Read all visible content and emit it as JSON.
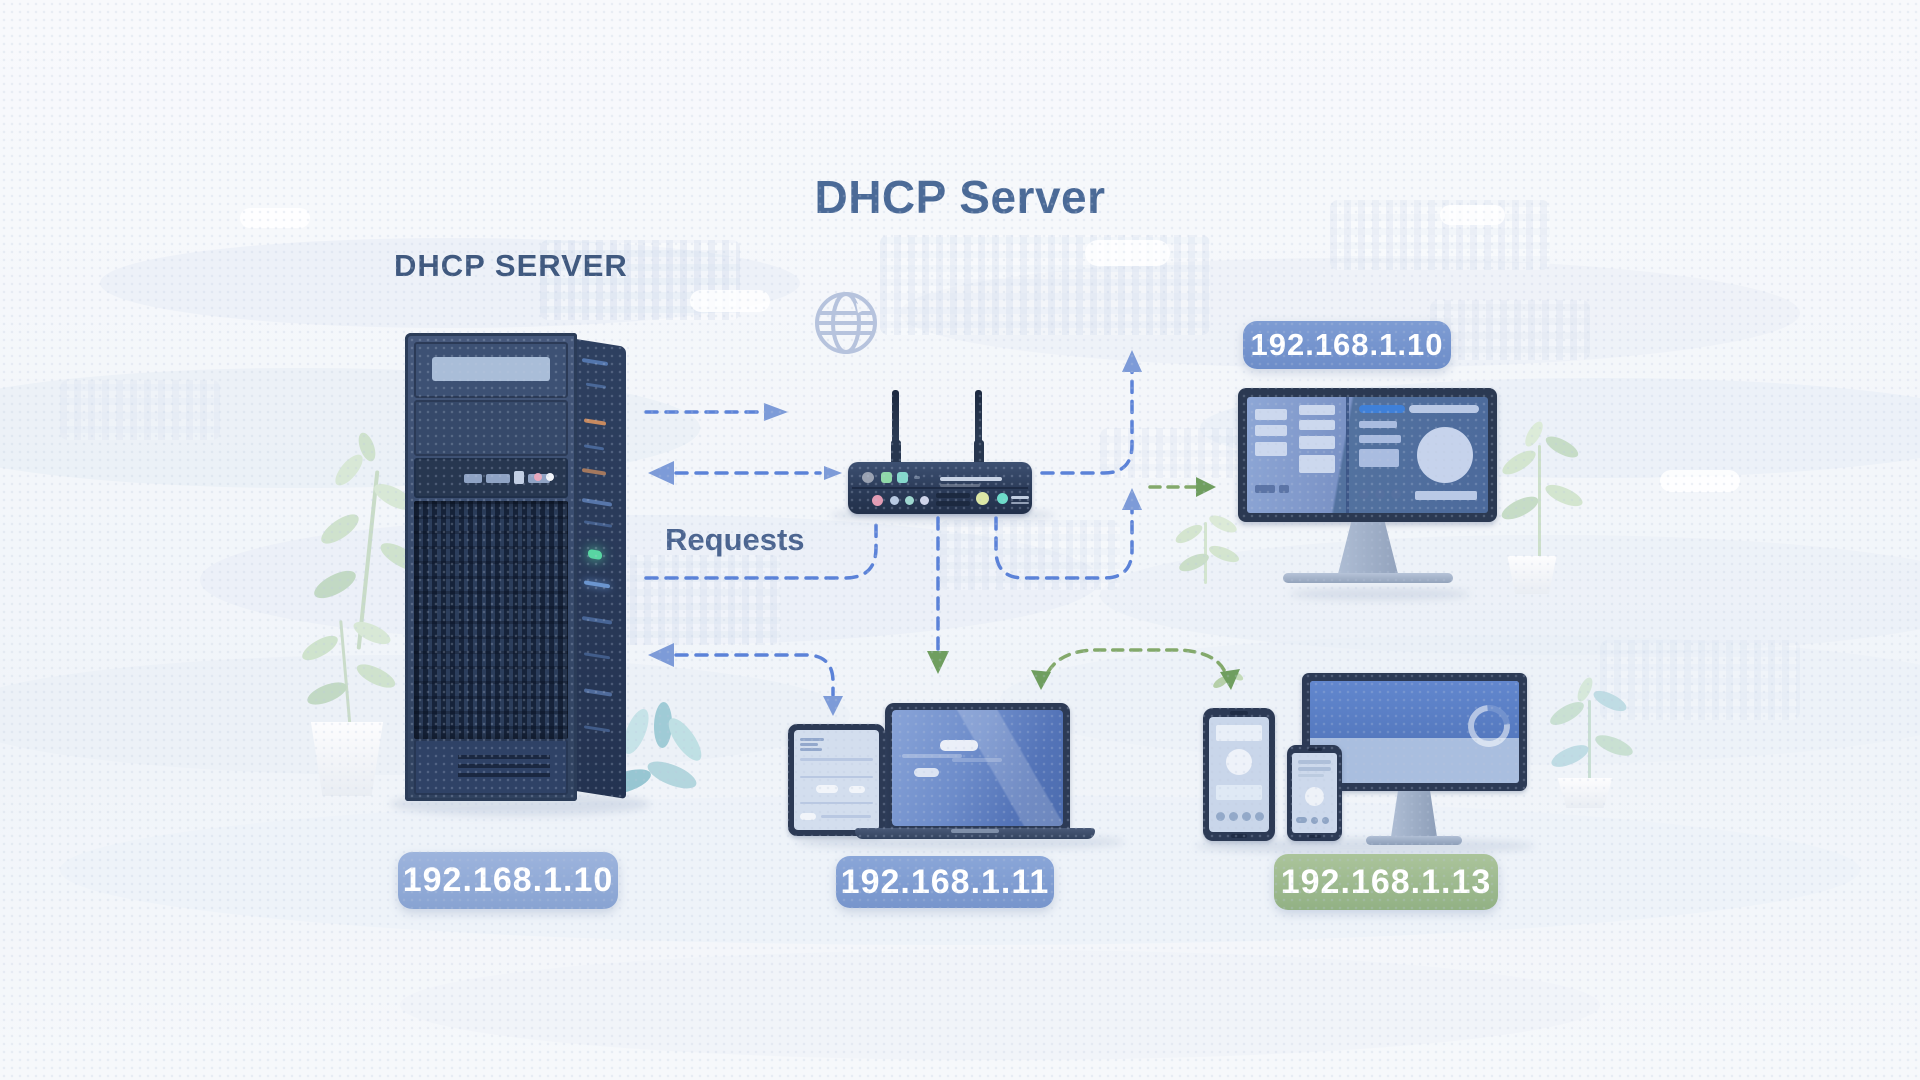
{
  "title": "DHCP Server",
  "server": {
    "label": "DHCP SERVER",
    "ip": "192.168.1.10"
  },
  "labels": {
    "requests": "Requests"
  },
  "devices": {
    "workstation": {
      "ip": "192.168.1.10"
    },
    "laptop": {
      "ip": "192.168.1.11"
    },
    "mobile_group": {
      "ip": "192.168.1.13"
    }
  },
  "icons": {
    "globe": "globe-icon",
    "server": "server-tower-icon",
    "router": "wireless-router-icon",
    "monitor": "desktop-monitor-icon",
    "laptop": "laptop-icon",
    "tablet": "tablet-icon",
    "phone": "smartphone-icon",
    "plant": "plant-icon"
  },
  "colors": {
    "arrow_blue": "#5b82d8",
    "arrow_green": "#83a96b",
    "badge_blue": "#7e9cd3",
    "badge_blue_light": "#8fa9d6",
    "badge_green": "#9fbb8e",
    "title_text": "#4b6a97"
  }
}
